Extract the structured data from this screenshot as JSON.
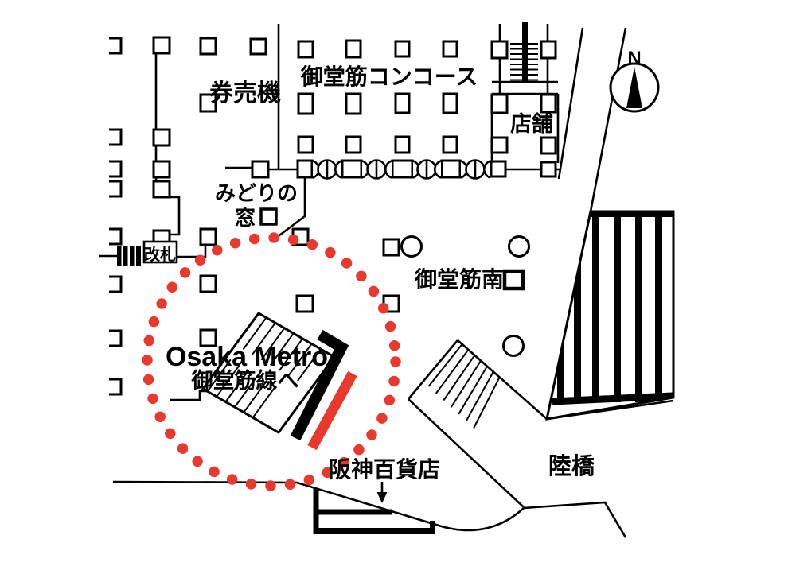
{
  "map": {
    "title_context": "station concourse guide map",
    "labels": {
      "ticket_machines": "券売機",
      "concourse": "御堂筋コンコース",
      "shops": "店舗",
      "midori_window_line1": "みどりの",
      "midori_window_line2": "窓",
      "kaisatsu": "改札",
      "south_gate": "御堂筋南",
      "osaka_metro": "Osaka Metro",
      "midosuji_line_to": "御堂筋線へ",
      "hanshin_dept": "阪神百貨店",
      "overpass": "陸橋",
      "north": "N"
    },
    "colors": {
      "accent_red": "#e8392e",
      "ink": "#000000",
      "paper": "#ffffff"
    }
  }
}
